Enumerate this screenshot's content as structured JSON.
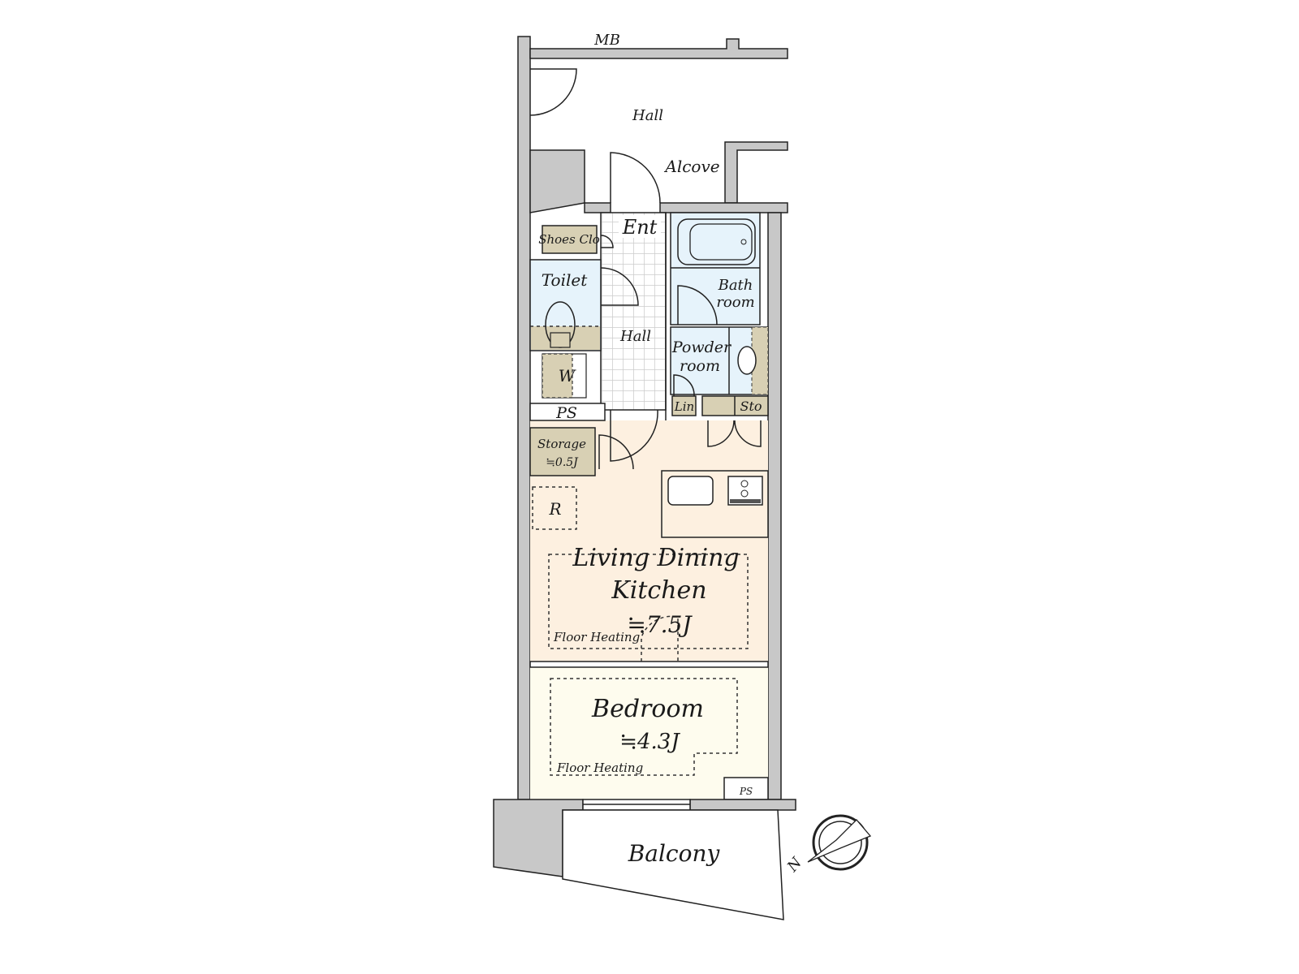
{
  "plan": {
    "labels": {
      "mb": "MB",
      "hall_outer": "Hall",
      "alcove": "Alcove",
      "entrance": "Ent",
      "shoes_closet": "Shoes Clo",
      "toilet": "Toilet",
      "hall_inner": "Hall",
      "washer": "W",
      "ps_upper": "PS",
      "storage": "Storage",
      "storage_size": "≒0.5J",
      "bathroom_line1": "Bath",
      "bathroom_line2": "room",
      "powder_line1": "Powder",
      "powder_line2": "room",
      "linen": "Lin",
      "sto": "Sto",
      "refrigerator": "R",
      "ldk_line1": "Living Dining",
      "ldk_line2": "Kitchen",
      "ldk_size": "≒7.5J",
      "ldk_floor_heating": "Floor Heating",
      "bedroom": "Bedroom",
      "bedroom_size": "≒4.3J",
      "bedroom_floor_heating": "Floor Heating",
      "ps_lower": "PS",
      "balcony": "Balcony",
      "compass_north": "N"
    },
    "colors": {
      "wall": "#c8c8c8",
      "storage": "#d8d0b4",
      "wet_area": "#e6f3fb",
      "ldk": "#fdf0e0",
      "bedroom": "#fefcee"
    }
  }
}
